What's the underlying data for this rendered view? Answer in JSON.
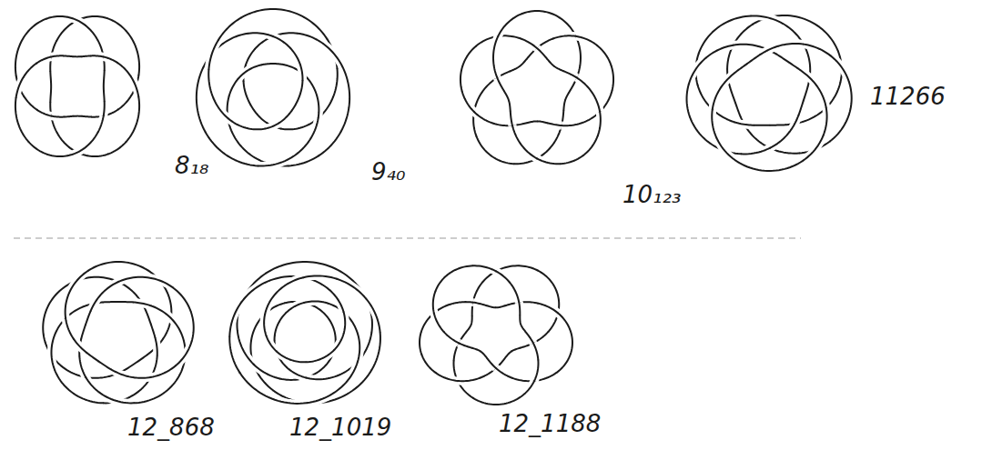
{
  "diagram": {
    "labels": [
      "8₁₈",
      "9₄₀",
      "10₁₂₃",
      "11266",
      "12_868",
      "12_1019",
      "12_1188"
    ]
  }
}
